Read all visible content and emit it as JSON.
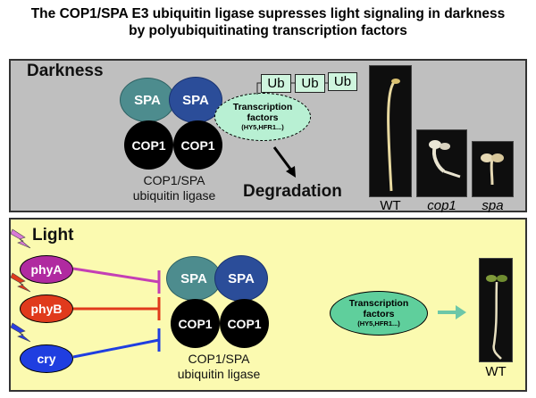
{
  "title": {
    "line1": "The COP1/SPA  E3 ubiquitin ligase supresses light signaling in darkness",
    "line2": "by polyubiquitinating transcription factors"
  },
  "darkness": {
    "label": "Darkness",
    "spa_left": "SPA",
    "spa_right": "SPA",
    "cop_left": "COP1",
    "cop_right": "COP1",
    "complex_caption_1": "COP1/SPA",
    "complex_caption_2": "ubiquitin ligase",
    "ub_tags": [
      "Ub",
      "Ub",
      "Ub"
    ],
    "tf_line1": "Transcription",
    "tf_line2": "factors",
    "tf_line3": "(HY5,HFR1...)",
    "degradation": "Degradation",
    "photo_labels": [
      "WT",
      "cop1",
      "spa"
    ]
  },
  "light": {
    "label": "Light",
    "photoreceptors": [
      {
        "name": "phyA",
        "color": "#b02aa0",
        "bolt": "#d97ad6"
      },
      {
        "name": "phyB",
        "color": "#e03a1c",
        "bolt": "#e03a1c"
      },
      {
        "name": "cry",
        "color": "#1f3ee0",
        "bolt": "#2a3ee0"
      }
    ],
    "spa_left": "SPA",
    "spa_right": "SPA",
    "cop_left": "COP1",
    "cop_right": "COP1",
    "complex_caption_1": "COP1/SPA",
    "complex_caption_2": "ubiquitin ligase",
    "tf_line1": "Transcription",
    "tf_line2": "factors",
    "tf_line3": "(HY5,HFR1...)",
    "photo_label": "WT"
  },
  "colors": {
    "dark_panel": "#bfbfbf",
    "light_panel": "#fbfab0",
    "tf_dark": "#b8f0d3",
    "tf_light": "#5fcf9c",
    "arrow_light": "#6cc7a8"
  }
}
